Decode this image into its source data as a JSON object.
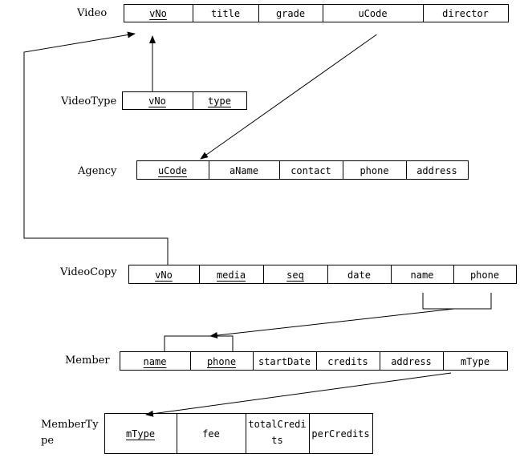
{
  "tables": [
    {
      "id": "video",
      "name": "Video",
      "columns": [
        {
          "label": "vNo",
          "key": true
        },
        {
          "label": "title",
          "key": false
        },
        {
          "label": "grade",
          "key": false
        },
        {
          "label": "uCode",
          "key": false
        },
        {
          "label": "director",
          "key": false
        }
      ]
    },
    {
      "id": "videotype",
      "name": "VideoType",
      "columns": [
        {
          "label": "vNo",
          "key": true
        },
        {
          "label": "type",
          "key": true
        }
      ]
    },
    {
      "id": "agency",
      "name": "Agency",
      "columns": [
        {
          "label": "uCode",
          "key": true
        },
        {
          "label": "aName",
          "key": false
        },
        {
          "label": "contact",
          "key": false
        },
        {
          "label": "phone",
          "key": false
        },
        {
          "label": "address",
          "key": false
        }
      ]
    },
    {
      "id": "videocopy",
      "name": "VideoCopy",
      "columns": [
        {
          "label": "vNo",
          "key": true
        },
        {
          "label": "media",
          "key": true
        },
        {
          "label": "seq",
          "key": true
        },
        {
          "label": "date",
          "key": false
        },
        {
          "label": "name",
          "key": false
        },
        {
          "label": "phone",
          "key": false
        }
      ]
    },
    {
      "id": "member",
      "name": "Member",
      "columns": [
        {
          "label": "name",
          "key": true
        },
        {
          "label": "phone",
          "key": true
        },
        {
          "label": "startDate",
          "key": false
        },
        {
          "label": "credits",
          "key": false
        },
        {
          "label": "address",
          "key": false
        },
        {
          "label": "mType",
          "key": false
        }
      ]
    },
    {
      "id": "membertype",
      "name": "MemberType",
      "name_lines": [
        "MemberTy",
        "pe"
      ],
      "columns": [
        {
          "label": "mType",
          "key": true
        },
        {
          "label": "fee",
          "key": false
        },
        {
          "label": "totalCredits",
          "key": false,
          "lines": [
            "totalCredi",
            "ts"
          ]
        },
        {
          "label": "perCredits",
          "key": false
        }
      ]
    }
  ],
  "relationships": [
    {
      "from": "videotype.vNo",
      "to": "video.vNo"
    },
    {
      "from": "video.uCode",
      "to": "agency.uCode"
    },
    {
      "from": "videocopy.vNo",
      "to": "video.vNo"
    },
    {
      "from": "videocopy.name+phone",
      "to": "member.name+phone"
    },
    {
      "from": "member.mType",
      "to": "membertype.mType"
    }
  ]
}
